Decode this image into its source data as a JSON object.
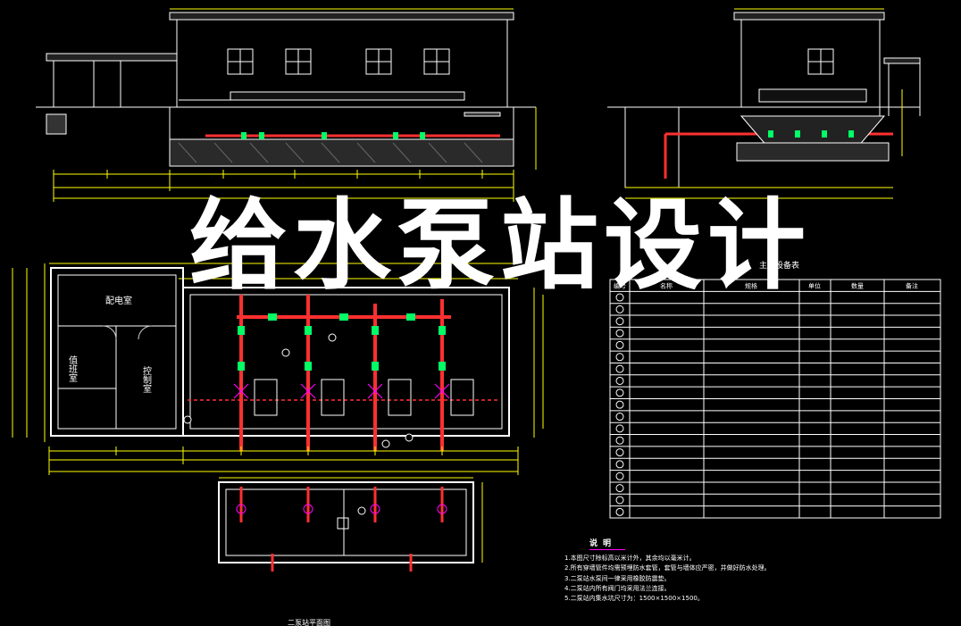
{
  "title": "给水泵站设计",
  "rooms": {
    "power_room": "配电室",
    "duty_room": "值班室",
    "control_room": "控制室"
  },
  "table": {
    "header_caption": "主要设备表",
    "columns": [
      "编号",
      "名称",
      "规格",
      "单位",
      "数量",
      "备注"
    ]
  },
  "notes": {
    "heading": "说明",
    "lines": [
      "1.本图尺寸除标高以米计外，其余均以毫米计。",
      "2.所有穿墙管件均需预埋防水套管，套管与墙体应严密，并做好防水处理。",
      "3.二泵站水泵间一律采用橡胶防震垫。",
      "4.二泵站内所有阀门均采用法兰连接。",
      "5.二泵站内集水坑尺寸为：1500×1500×1500。"
    ]
  },
  "plan_caption": "二泵站平面图",
  "colors": {
    "background": "#000000",
    "wall": "#ffffff",
    "dimension": "#ffff00",
    "pipe": "#ff3030",
    "fitting": "#00ff66",
    "valve": "#ff00ff",
    "grid": "#9fd8ff"
  }
}
